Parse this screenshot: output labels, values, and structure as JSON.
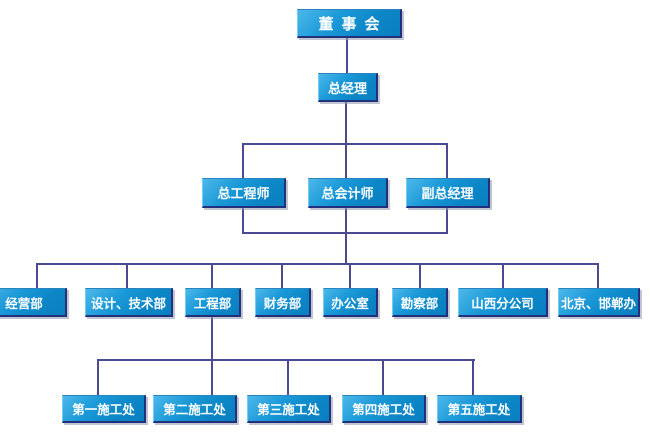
{
  "org_chart": {
    "type": "org-chart",
    "nodes": [
      {
        "label": "董事会"
      },
      {
        "label": "总经理"
      },
      {
        "label": "总工程师"
      },
      {
        "label": "总会计师"
      },
      {
        "label": "副总经理"
      },
      {
        "label": "经营部"
      },
      {
        "label": "设计、技术部"
      },
      {
        "label": "工程部"
      },
      {
        "label": "财务部"
      },
      {
        "label": "办公室"
      },
      {
        "label": "勘察部"
      },
      {
        "label": "山西分公司"
      },
      {
        "label": "北京、邯郸办"
      },
      {
        "label": "第一施工处"
      },
      {
        "label": "第二施工处"
      },
      {
        "label": "第三施工处"
      },
      {
        "label": "第四施工处"
      },
      {
        "label": "第五施工处"
      }
    ],
    "structure": {
      "level_1": [
        "董事会"
      ],
      "level_2": [
        "总经理"
      ],
      "level_3": [
        "总工程师",
        "总会计师",
        "副总经理"
      ],
      "level_4": [
        "经营部",
        "设计、技术部",
        "工程部",
        "财务部",
        "办公室",
        "勘察部",
        "山西分公司",
        "北京、邯郸办"
      ],
      "level_5": [
        "第一施工处",
        "第二施工处",
        "第三施工处",
        "第四施工处",
        "第五施工处"
      ],
      "level_5_parent": "工程部"
    },
    "colors": {
      "box_fill_light": "#4cb8ea",
      "box_fill_dark": "#0a7fc0",
      "box_border_dark": "#23307c",
      "box_highlight": "#72cdf0",
      "connector_line": "#4a4a92",
      "text": "#ffffff",
      "background": "#ffffff"
    }
  }
}
